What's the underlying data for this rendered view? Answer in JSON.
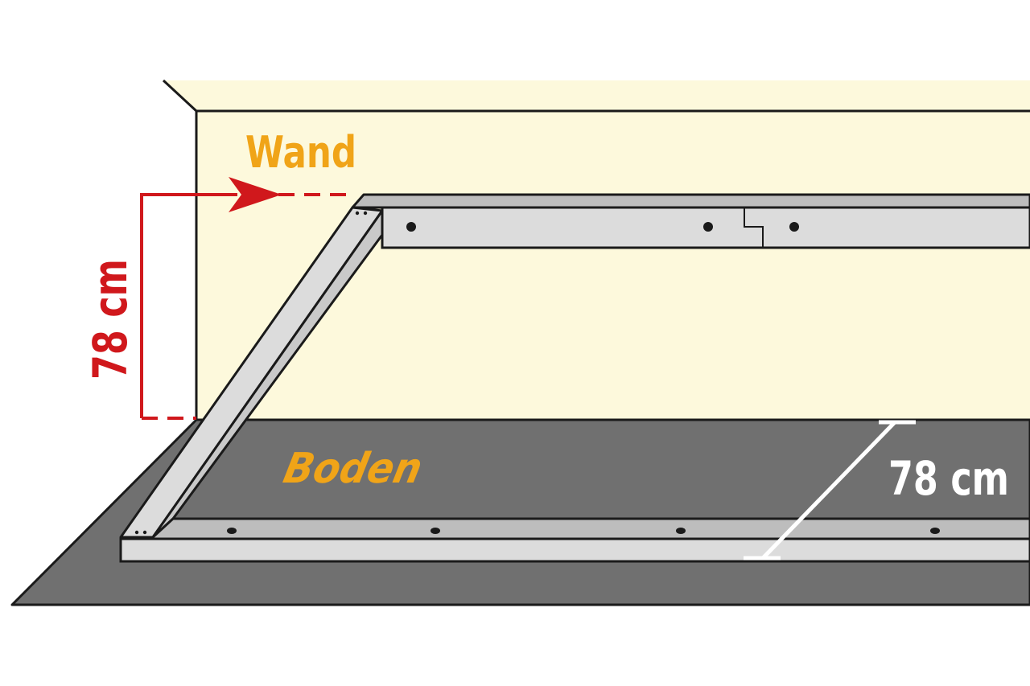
{
  "labels": {
    "wall": "Wand",
    "floor": "Boden",
    "height_measure": "78 cm",
    "depth_measure": "78 cm"
  },
  "colors": {
    "wall": "#fdf9dc",
    "floor": "#707070",
    "rail": "#dcdcdc",
    "outline": "#1a1a1a",
    "wall_label": "#f0a418",
    "floor_label": "#f0a418",
    "height_measure": "#d0181c",
    "depth_measure": "#ffffff"
  }
}
